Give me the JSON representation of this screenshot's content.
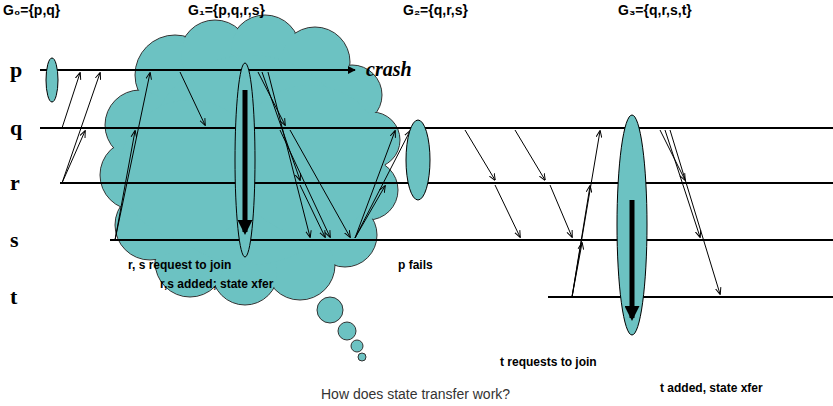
{
  "diagram": {
    "caption": "How does state transfer work?",
    "labels": [
      "G₀={p,q}",
      "G₁={p,q,r,s}",
      "G₂={q,r,s}",
      "G₃={q,r,s,t}",
      "p",
      "q",
      "r",
      "s",
      "t",
      "crash",
      "r, s request to join",
      "r,s added; state xfer",
      "p fails",
      "t requests to join",
      "t added, state xfer"
    ]
  }
}
